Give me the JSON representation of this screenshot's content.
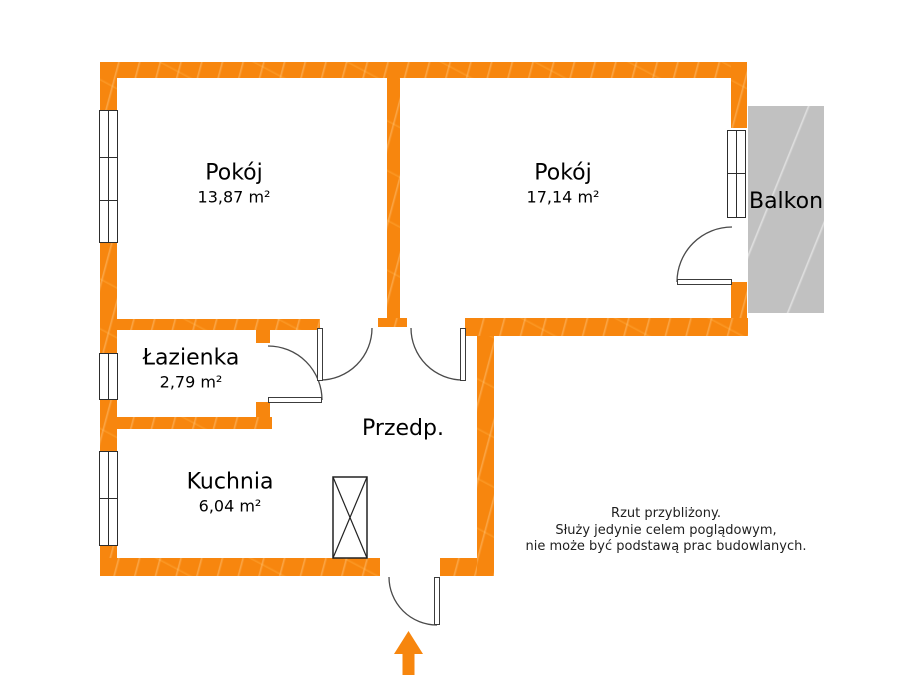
{
  "floorplan": {
    "rooms": [
      {
        "id": "room1",
        "name": "Pokój",
        "area": "13,87 m²"
      },
      {
        "id": "room2",
        "name": "Pokój",
        "area": "17,14 m²"
      },
      {
        "id": "bathroom",
        "name": "Łazienka",
        "area": "2,79 m²"
      },
      {
        "id": "kitchen",
        "name": "Kuchnia",
        "area": "6,04 m²"
      },
      {
        "id": "hallway",
        "name": "Przedp.",
        "area": ""
      },
      {
        "id": "balcony",
        "name": "Balkon",
        "area": ""
      }
    ],
    "disclaimer": {
      "line1": "Rzut przybliżony.",
      "line2": "Służy jedynie celem poglądowym,",
      "line3": "nie może być podstawą prac budowlanych."
    },
    "icons": {
      "entrance_arrow": "up-arrow marking the apartment entrance"
    },
    "colors": {
      "wall": "#F7860E",
      "balcony": "#C1C1C1",
      "outline": "#2d2d2d",
      "door_arc": "#4a4a4a",
      "text": "#000000",
      "disclaimer_text": "#1f1f1f"
    }
  }
}
